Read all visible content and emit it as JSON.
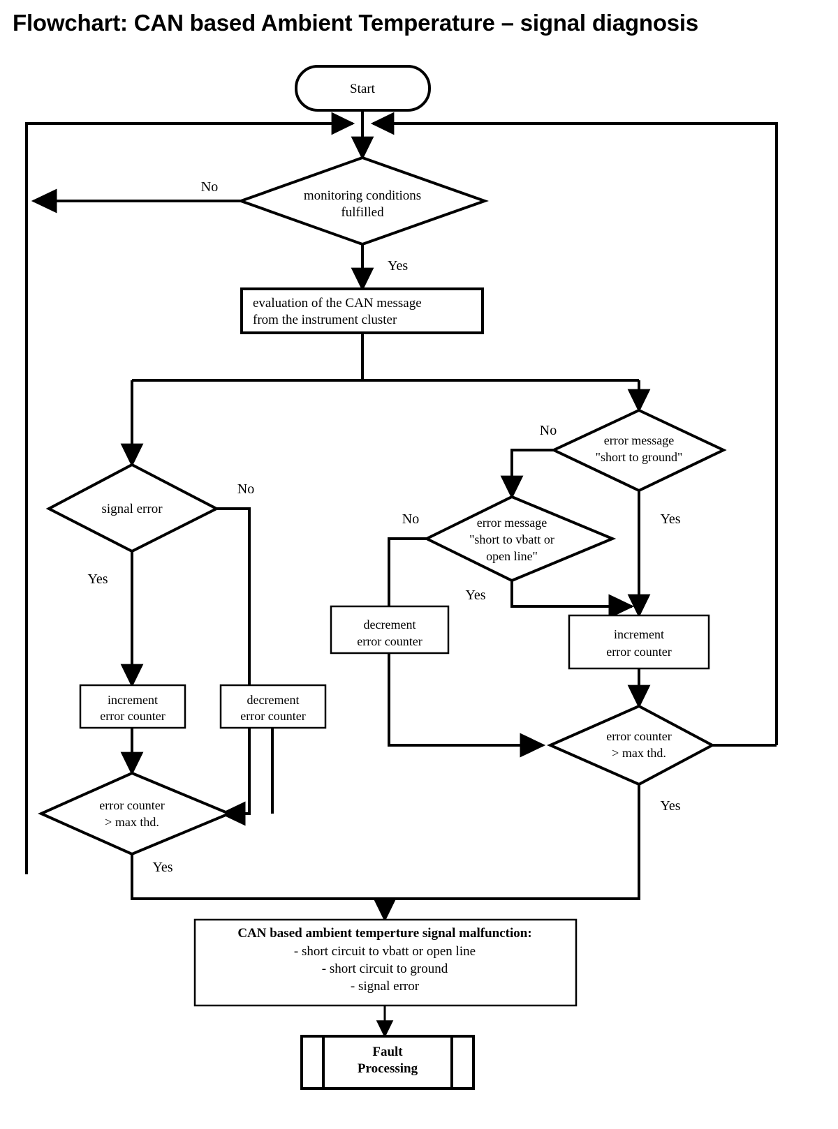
{
  "title": "Flowchart: CAN based Ambient Temperature – signal diagnosis",
  "diagram": {
    "type": "flowchart",
    "nodes": {
      "start": {
        "shape": "terminator",
        "label": "Start"
      },
      "monitoring": {
        "shape": "decision",
        "line1": "monitoring conditions",
        "line2": "fulfilled"
      },
      "evaluation": {
        "shape": "process",
        "line1": "evaluation of the CAN message",
        "line2": "from the instrument cluster"
      },
      "signal_error": {
        "shape": "decision",
        "line1": "signal error"
      },
      "short_to_ground": {
        "shape": "decision",
        "line1": "error message",
        "line2": "\"short to ground\""
      },
      "short_to_vbatt": {
        "shape": "decision",
        "line1": "error message",
        "line2": "\"short to vbatt or",
        "line3": "open line\""
      },
      "increment_left": {
        "shape": "process",
        "line1": "increment",
        "line2": "error counter"
      },
      "decrement_left": {
        "shape": "process",
        "line1": "decrement",
        "line2": "error counter"
      },
      "decrement_right": {
        "shape": "process",
        "line1": "decrement",
        "line2": "error counter"
      },
      "increment_right": {
        "shape": "process",
        "line1": "increment",
        "line2": "error counter"
      },
      "counter_left": {
        "shape": "decision",
        "line1": "error counter",
        "line2": "> max thd."
      },
      "counter_right": {
        "shape": "decision",
        "line1": "error counter",
        "line2": "> max thd."
      },
      "malfunction": {
        "shape": "process",
        "line1": "CAN based ambient temperture signal malfunction:",
        "line2": "- short circuit to vbatt or open line",
        "line3": "- short circuit to ground",
        "line4": "- signal error"
      },
      "fault_processing": {
        "shape": "predefined-process",
        "line1": "Fault",
        "line2": "Processing"
      }
    },
    "branch_labels": {
      "monitoring_no": "No",
      "monitoring_yes": "Yes",
      "signal_error_no": "No",
      "signal_error_yes": "Yes",
      "short_to_ground_no": "No",
      "short_to_ground_yes": "Yes",
      "short_to_vbatt_no": "No",
      "short_to_vbatt_yes": "Yes",
      "counter_left_yes": "Yes",
      "counter_right_yes": "Yes"
    },
    "colors": {
      "stroke": "#000000",
      "fill": "#ffffff",
      "text": "#000000"
    }
  }
}
